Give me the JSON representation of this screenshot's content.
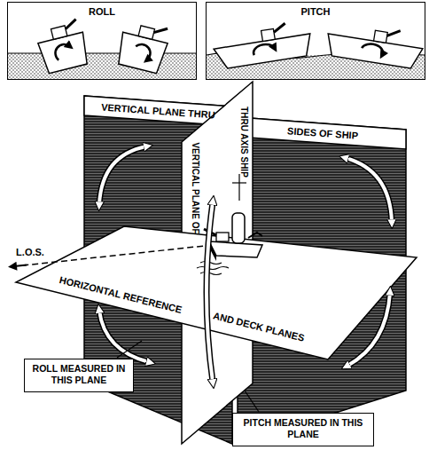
{
  "diagram": {
    "nodes": [
      {
        "text": [
          "ROLL"
        ]
      },
      {
        "text": [
          "PITCH"
        ]
      },
      {
        "text": [
          "ROLL MEASURED IN THIS PLANE"
        ]
      },
      {
        "text": [
          "PITCH MEASURED IN THIS PLANE"
        ]
      }
    ],
    "labels": [
      "VERTICAL PLANE THRU",
      "THRU AXIS SHIP",
      "SIDES OF SHIP",
      "VERTICAL PLANE OF",
      "L.O.S.",
      "HORIZONTAL REFERENCE",
      "AND DECK PLANES"
    ]
  }
}
